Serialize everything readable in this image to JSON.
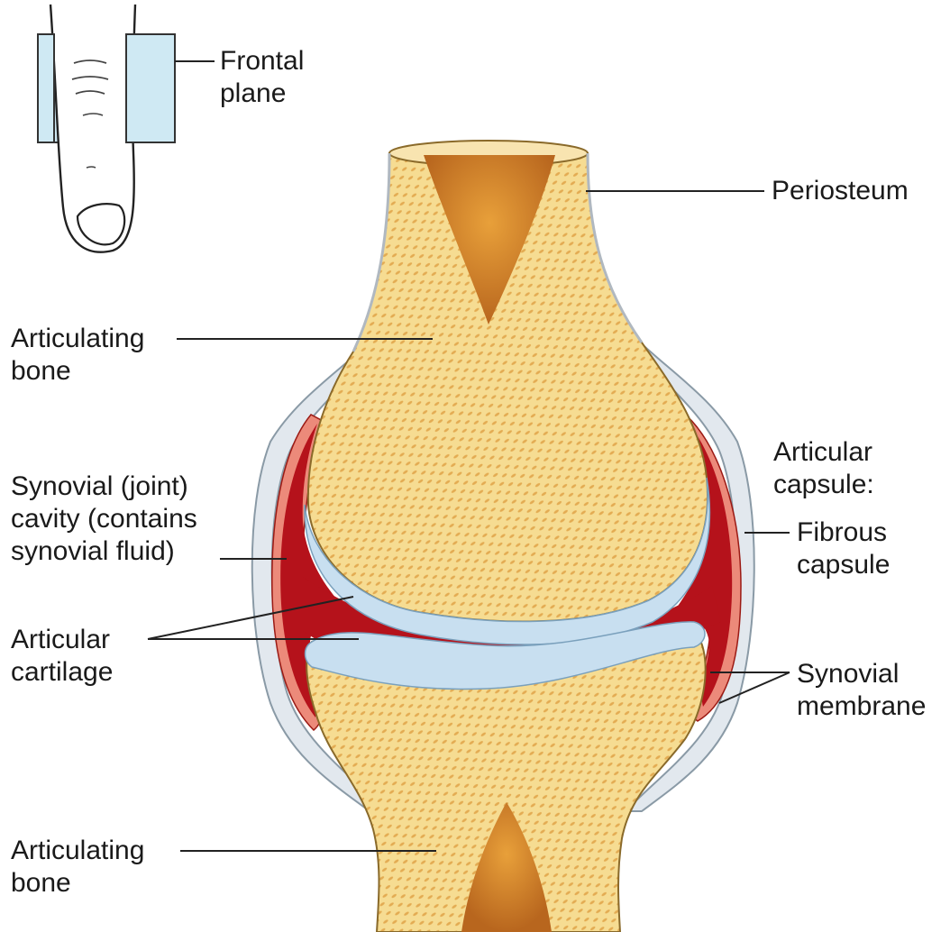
{
  "labels": {
    "frontal_plane": [
      "Frontal",
      "plane"
    ],
    "periosteum": "Periosteum",
    "articulating_bone_top": [
      "Articulating",
      "bone"
    ],
    "articular_capsule": [
      "Articular",
      "capsule:"
    ],
    "fibrous_capsule": [
      "Fibrous",
      "capsule"
    ],
    "synovial_cavity": [
      "Synovial (joint)",
      "cavity (contains",
      "synovial fluid)"
    ],
    "articular_cartilage": [
      "Articular",
      "cartilage"
    ],
    "synovial_membrane": [
      "Synovial",
      "membrane"
    ],
    "articulating_bone_bottom": [
      "Articulating",
      "bone"
    ]
  },
  "colors": {
    "bone": "#f6dc92",
    "bone_spot": "#dc9a3c",
    "marrow": "#d98a2a",
    "cartilage": "#c8dff0",
    "synovial_cavity": "#b5121b",
    "synovial_membrane": "#ec8a7a",
    "fibrous_capsule": "#e2e8ee",
    "plane": "#cfe9f3",
    "leader": "#222222"
  }
}
